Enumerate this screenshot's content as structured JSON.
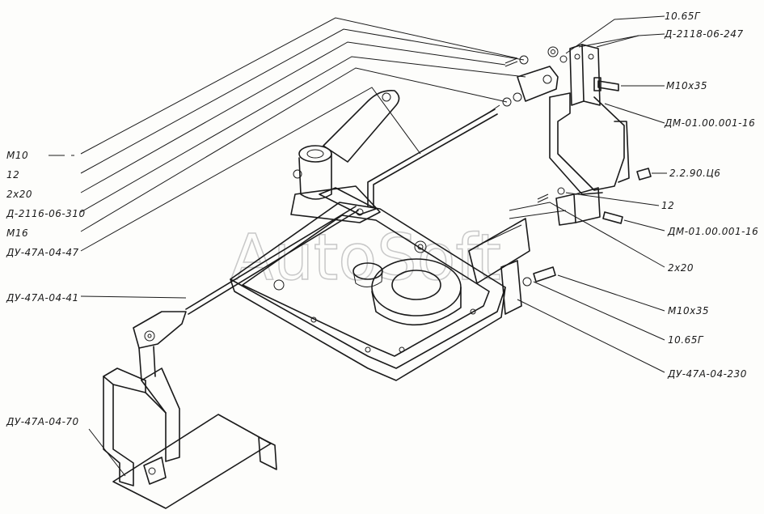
{
  "watermark": "AutoSoft",
  "labels": {
    "m10": "М10",
    "n12_left": "12",
    "n2x20_left": "2х20",
    "d2116": "Д-2116-06-310",
    "m16": "М16",
    "du4747": "ДУ-47А-04-47",
    "du4741": "ДУ-47А-04-41",
    "du4770": "ДУ-47А-04-70",
    "n1065_top": "10.65Г",
    "d2118": "Д-2118-06-247",
    "m10x35_top": "М10х35",
    "dm016_top": "ДМ-01.00.001-16",
    "n2290": "2.2.90.Ц6",
    "n12_right": "12",
    "dm016_bottom": "ДМ-01.00.001-16",
    "n2x20_right": "2х20",
    "m10x35_bottom": "М10х35",
    "n1065_bottom": "10.65Г",
    "du47230": "ДУ-47А-04-230"
  }
}
